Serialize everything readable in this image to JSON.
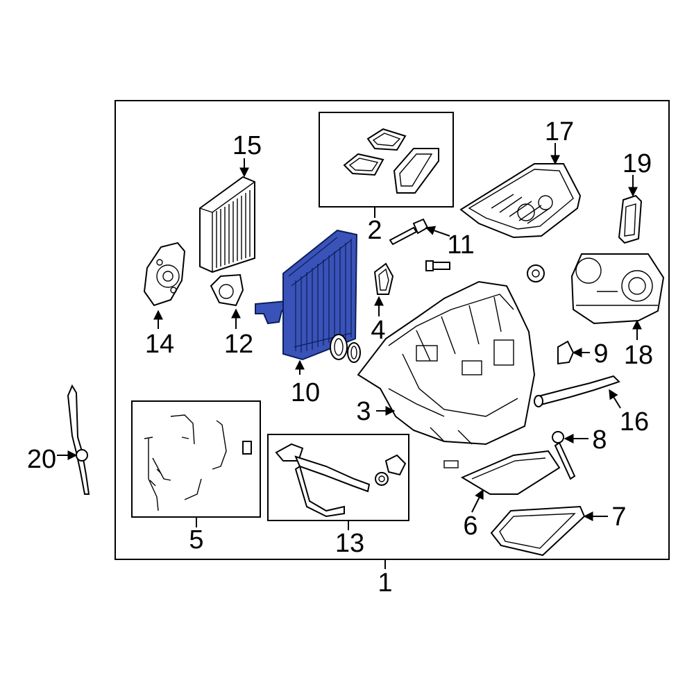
{
  "diagram": {
    "highlight_color": "#3a53b8",
    "callouts": [
      {
        "id": "c1",
        "text": "1"
      },
      {
        "id": "c2",
        "text": "2"
      },
      {
        "id": "c3",
        "text": "3"
      },
      {
        "id": "c4",
        "text": "4"
      },
      {
        "id": "c5",
        "text": "5"
      },
      {
        "id": "c6",
        "text": "6"
      },
      {
        "id": "c7",
        "text": "7"
      },
      {
        "id": "c8",
        "text": "8"
      },
      {
        "id": "c9",
        "text": "9"
      },
      {
        "id": "c10",
        "text": "10"
      },
      {
        "id": "c11",
        "text": "11"
      },
      {
        "id": "c12",
        "text": "12"
      },
      {
        "id": "c13",
        "text": "13"
      },
      {
        "id": "c14",
        "text": "14"
      },
      {
        "id": "c15",
        "text": "15"
      },
      {
        "id": "c16",
        "text": "16"
      },
      {
        "id": "c17",
        "text": "17"
      },
      {
        "id": "c18",
        "text": "18"
      },
      {
        "id": "c19",
        "text": "19"
      },
      {
        "id": "c20",
        "text": "20"
      }
    ]
  }
}
